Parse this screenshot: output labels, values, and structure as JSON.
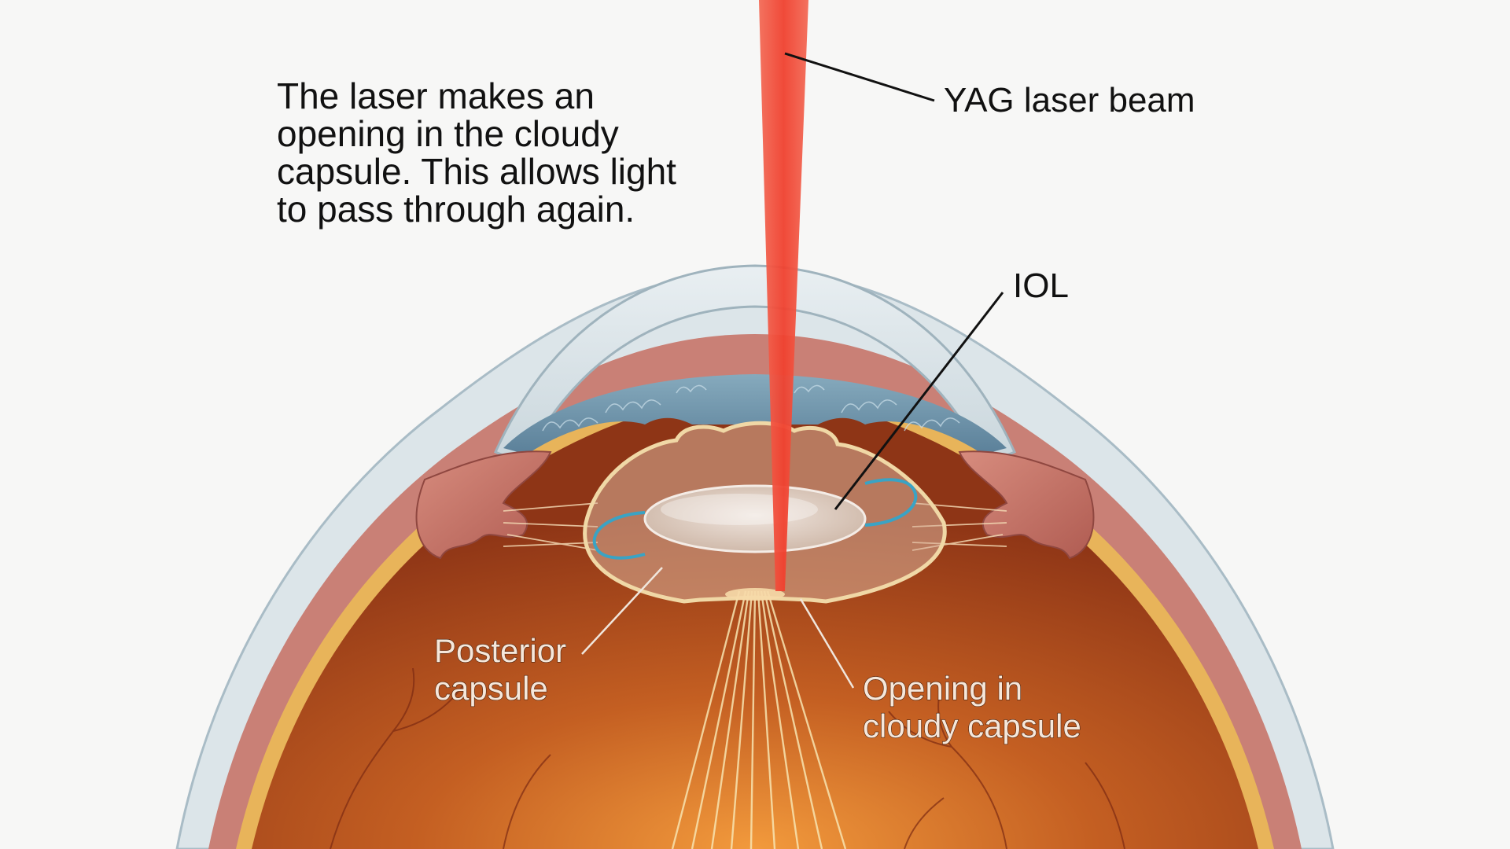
{
  "caption": {
    "lines": [
      "The laser makes an",
      "opening in the cloudy",
      "capsule. This allows light",
      "to pass through again."
    ]
  },
  "labels": {
    "yag_laser_beam": "YAG laser beam",
    "iol": "IOL",
    "posterior_capsule": [
      "Posterior",
      "capsule"
    ],
    "opening": [
      "Opening in",
      "cloudy capsule"
    ]
  },
  "colors": {
    "background": "#f7f7f6",
    "laser": "#f0412f",
    "iris": "#6f96ad",
    "ciliary": "#c8776a",
    "retina_interior": "#a9441a",
    "sclera": "#dde6ea",
    "capsule_outline": "#f0d8a6",
    "iol_haptic": "#3aa3c4"
  }
}
